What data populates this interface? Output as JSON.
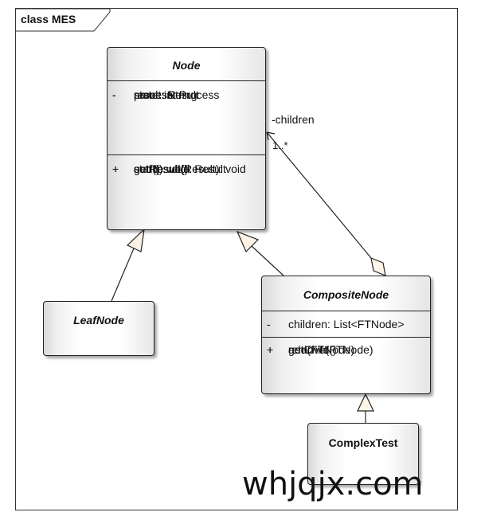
{
  "frame": {
    "title": "class MES"
  },
  "classes": {
    "node": {
      "name": "Node",
      "attributes": [
        {
          "vis": "-",
          "text": "name: String"
        },
        {
          "vis": "-",
          "text": "state: int"
        },
        {
          "vis": "-",
          "text": "result: Result"
        },
        {
          "vis": "-",
          "text": "process: Process"
        }
      ],
      "operations": [
        {
          "vis": "+",
          "text": "start(): void"
        },
        {
          "vis": "+",
          "text": "end(): void"
        },
        {
          "vis": "+",
          "text": "setResult(Result): void"
        },
        {
          "vis": "+",
          "text": "getResult(): Result"
        }
      ]
    },
    "leaf": {
      "name": "LeafNode"
    },
    "composite": {
      "name": "CompositeNode",
      "attributes": [
        {
          "vis": "-",
          "text": "children: List<FTNode>"
        }
      ],
      "operations": [
        {
          "vis": "+",
          "text": "add(FTNode)"
        },
        {
          "vis": "+",
          "text": "remove(FTNode)"
        },
        {
          "vis": "+",
          "text": "getChild()"
        }
      ]
    },
    "complex": {
      "name": "ComplexTest"
    }
  },
  "association": {
    "role": "-children",
    "multiplicity": "1..*"
  },
  "watermark": "whjqjx.com"
}
